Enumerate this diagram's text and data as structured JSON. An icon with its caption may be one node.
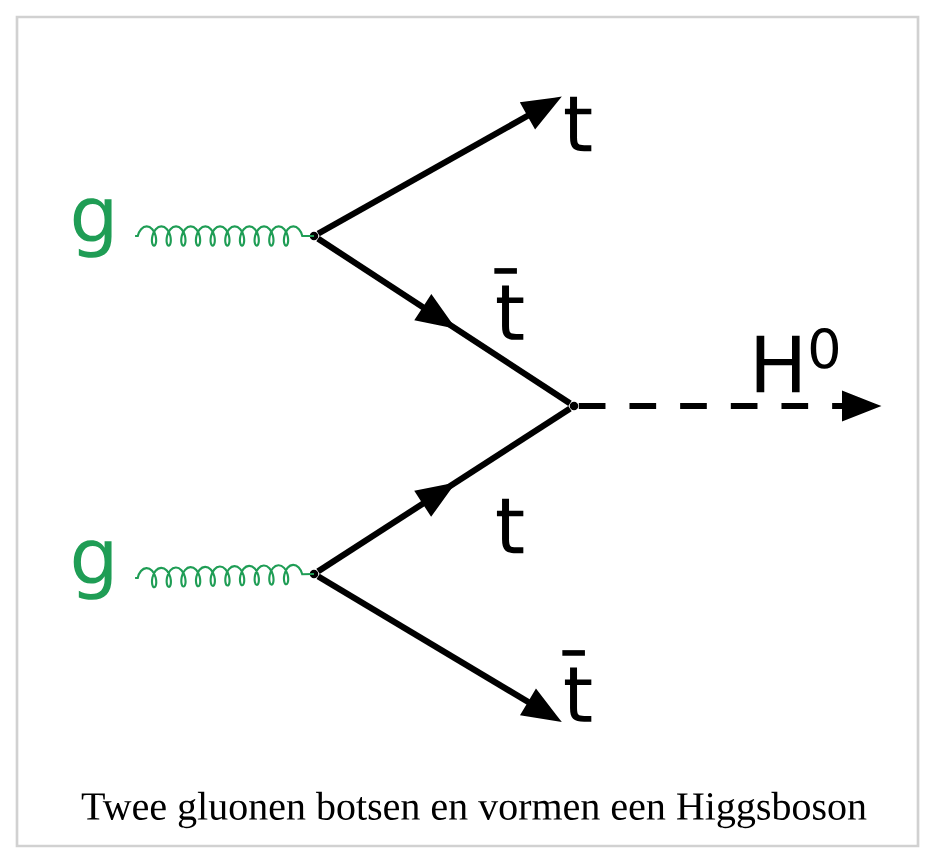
{
  "diagram": {
    "caption": "Twee gluonen botsen en vormen een Higgsboson",
    "nodes": [
      {
        "text": [
          "g"
        ]
      },
      {
        "text": [],
        "shape": "point"
      },
      {
        "text": [
          "t"
        ]
      },
      {
        "text": [],
        "shape": "point"
      },
      {
        "text": [
          "g"
        ]
      },
      {
        "text": [],
        "shape": "point"
      },
      {
        "text": [
          "t̄"
        ]
      }
    ],
    "edges": [
      {
        "from": 0,
        "to": 1,
        "arrow": "none",
        "color": "#1f9d55"
      },
      {
        "from": 1,
        "to": 2,
        "arrow": "to"
      },
      {
        "from": 1,
        "to": 3,
        "arrow": "to",
        "label": "t̄"
      },
      {
        "from": 4,
        "to": 5,
        "arrow": "none",
        "color": "#1f9d55"
      },
      {
        "from": 5,
        "to": 3,
        "arrow": "to",
        "label": "t"
      },
      {
        "from": 5,
        "to": 6,
        "arrow": "to"
      },
      {
        "from": 3,
        "to": null,
        "arrow": "to",
        "style": "dashed",
        "label": "H$^{0}$"
      }
    ]
  }
}
